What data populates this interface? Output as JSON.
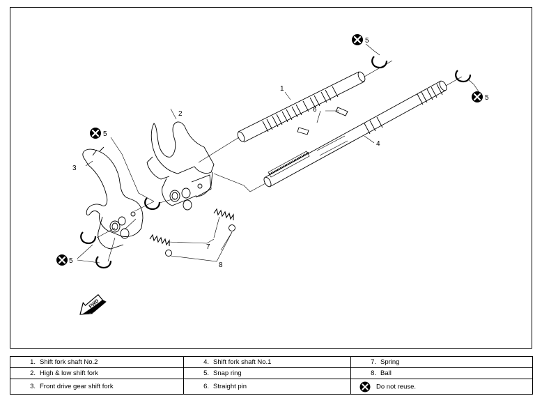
{
  "callouts": {
    "c1": "1",
    "c2": "2",
    "c3": "3",
    "c4": "4",
    "c5a": "5",
    "c5b": "5",
    "c5c": "5",
    "c5d": "5",
    "c6": "6",
    "c7": "7",
    "c8": "8"
  },
  "fwd_label": "FWD",
  "legend": [
    [
      {
        "num": "1.",
        "text": "Shift fork shaft No.2"
      },
      {
        "num": "4.",
        "text": "Shift fork shaft No.1"
      },
      {
        "num": "7.",
        "text": "Spring"
      }
    ],
    [
      {
        "num": "2.",
        "text": "High & low shift fork"
      },
      {
        "num": "5.",
        "text": "Snap ring"
      },
      {
        "num": "8.",
        "text": "Ball"
      }
    ],
    [
      {
        "num": "3.",
        "text": "Front drive gear shift fork"
      },
      {
        "num": "6.",
        "text": "Straight pin"
      },
      {
        "num": "",
        "text": "Do not reuse.",
        "icon": "do-not-reuse-icon"
      }
    ]
  ]
}
